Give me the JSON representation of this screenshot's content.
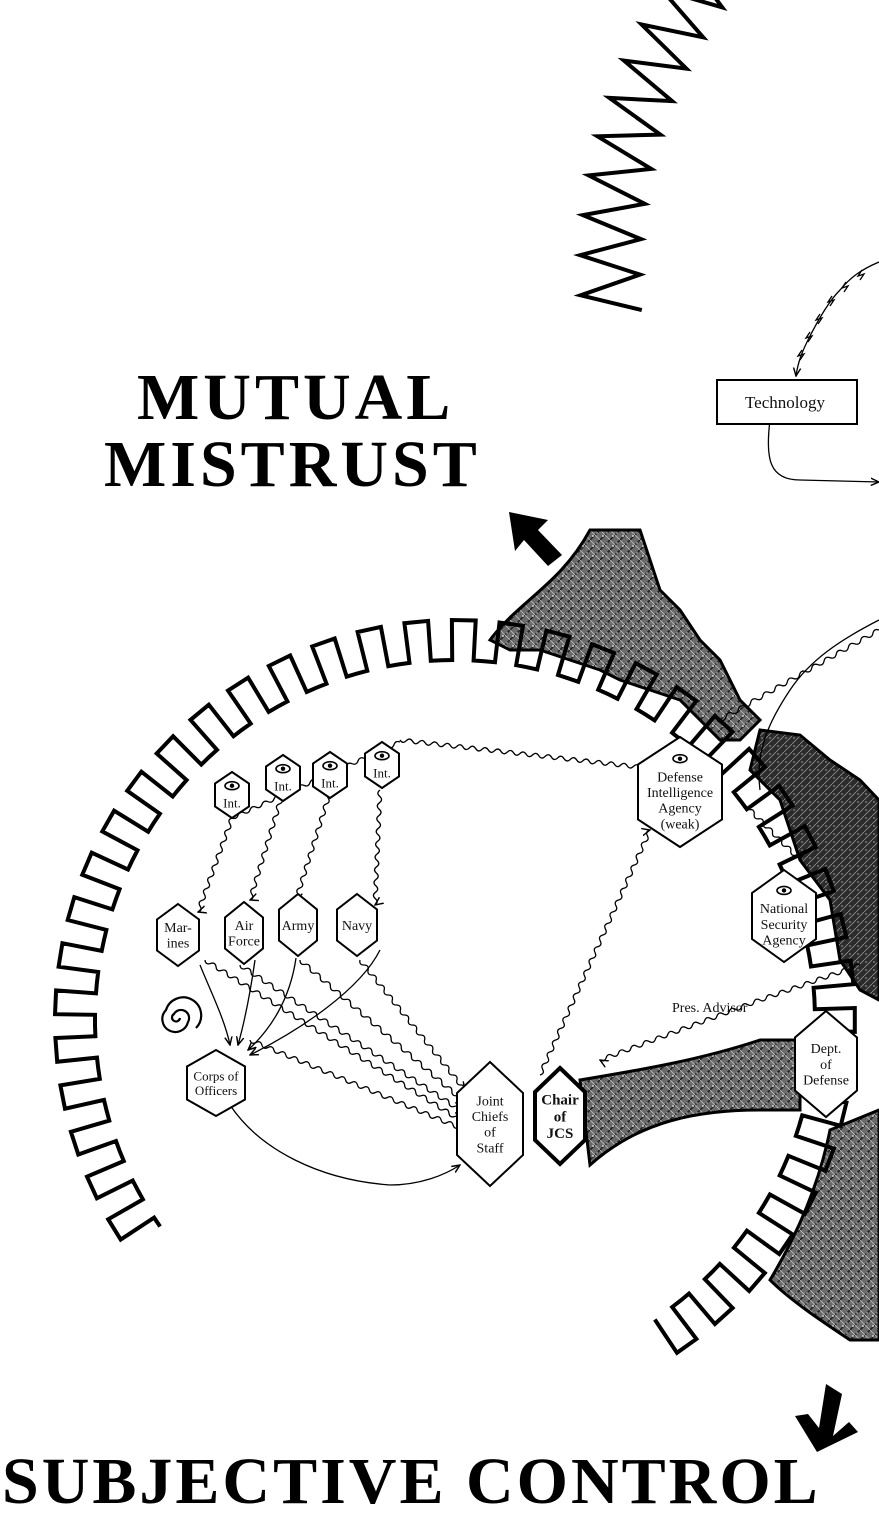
{
  "headings": {
    "mutual_line1": "MUTUAL",
    "mutual_line2": "MISTRUST",
    "subjective": "SUBJECTIVE CONTROL"
  },
  "nodes": {
    "technology": "Technology",
    "int": "Int.",
    "marines": [
      "Mar-",
      "ines"
    ],
    "air_force": [
      "Air",
      "Force"
    ],
    "army": "Army",
    "navy": "Navy",
    "corps_of_officers": [
      "Corps of",
      "Officers"
    ],
    "joint_chiefs": [
      "Joint",
      "Chiefs",
      "of",
      "Staff"
    ],
    "chair_of_jcs": [
      "Chair",
      "of",
      "JCS"
    ],
    "defense_intelligence_agency": [
      "Defense",
      "Intelligence",
      "Agency",
      "(weak)"
    ],
    "national_security_agency": [
      "National",
      "Security",
      "Agency"
    ],
    "dept_of_defense": [
      "Dept.",
      "of",
      "Defense"
    ],
    "pres_advisor": "Pres. Advisor"
  },
  "colors": {
    "ink": "#000000",
    "paper": "#ffffff",
    "shading": "#555555"
  },
  "icons": [
    "eye-icon",
    "spiral-icon",
    "arrow-icon"
  ]
}
